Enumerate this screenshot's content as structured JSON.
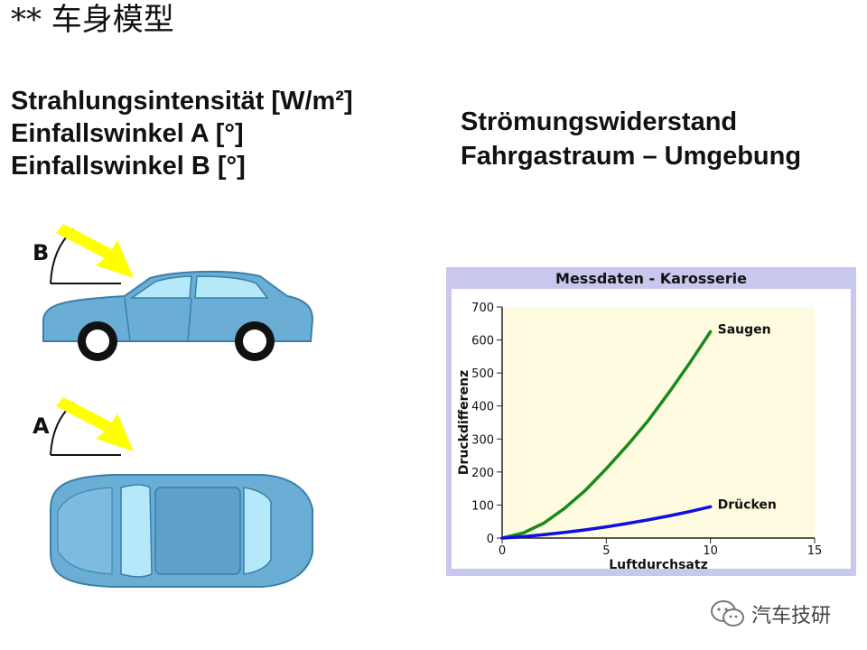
{
  "slide": {
    "title": "** 车身模型",
    "left_heading": [
      "Strahlungsintensität [W/m²]",
      "Einfallswinkel A [°]",
      "Einfallswinkel B [°]"
    ],
    "right_heading": [
      "Strömungswiderstand",
      "Fahrgastraum – Umgebung"
    ],
    "angle_labels": {
      "side": "B",
      "top": "A"
    },
    "watermark": "汽车技研"
  },
  "colors": {
    "car_body": "#6aaed6",
    "car_window": "#b5e8f8",
    "car_outline": "#3a7fa8",
    "sun_ray": "#ffff00",
    "chart_bg": "#fffbe0",
    "chart_frame": "#c8c8ee",
    "series_saugen": "#1a8a1a",
    "series_druecken": "#1010dd"
  },
  "chart_data": {
    "type": "line",
    "title": "Messdaten - Karosserie",
    "xlabel": "Luftdurchsatz",
    "ylabel": "Druckdifferenz",
    "xlim": [
      0,
      15
    ],
    "ylim": [
      0,
      700
    ],
    "xticks": [
      0,
      5,
      10,
      15
    ],
    "yticks": [
      0,
      100,
      200,
      300,
      400,
      500,
      600,
      700
    ],
    "grid": false,
    "series": [
      {
        "name": "Saugen",
        "x": [
          0,
          1,
          2,
          3,
          4,
          5,
          6,
          7,
          8,
          9,
          10
        ],
        "y": [
          0,
          15,
          45,
          90,
          145,
          210,
          280,
          355,
          440,
          530,
          625
        ]
      },
      {
        "name": "Drücken",
        "x": [
          0,
          1,
          2,
          3,
          4,
          5,
          6,
          7,
          8,
          9,
          10
        ],
        "y": [
          0,
          4,
          10,
          17,
          25,
          34,
          44,
          55,
          67,
          80,
          95
        ]
      }
    ]
  }
}
